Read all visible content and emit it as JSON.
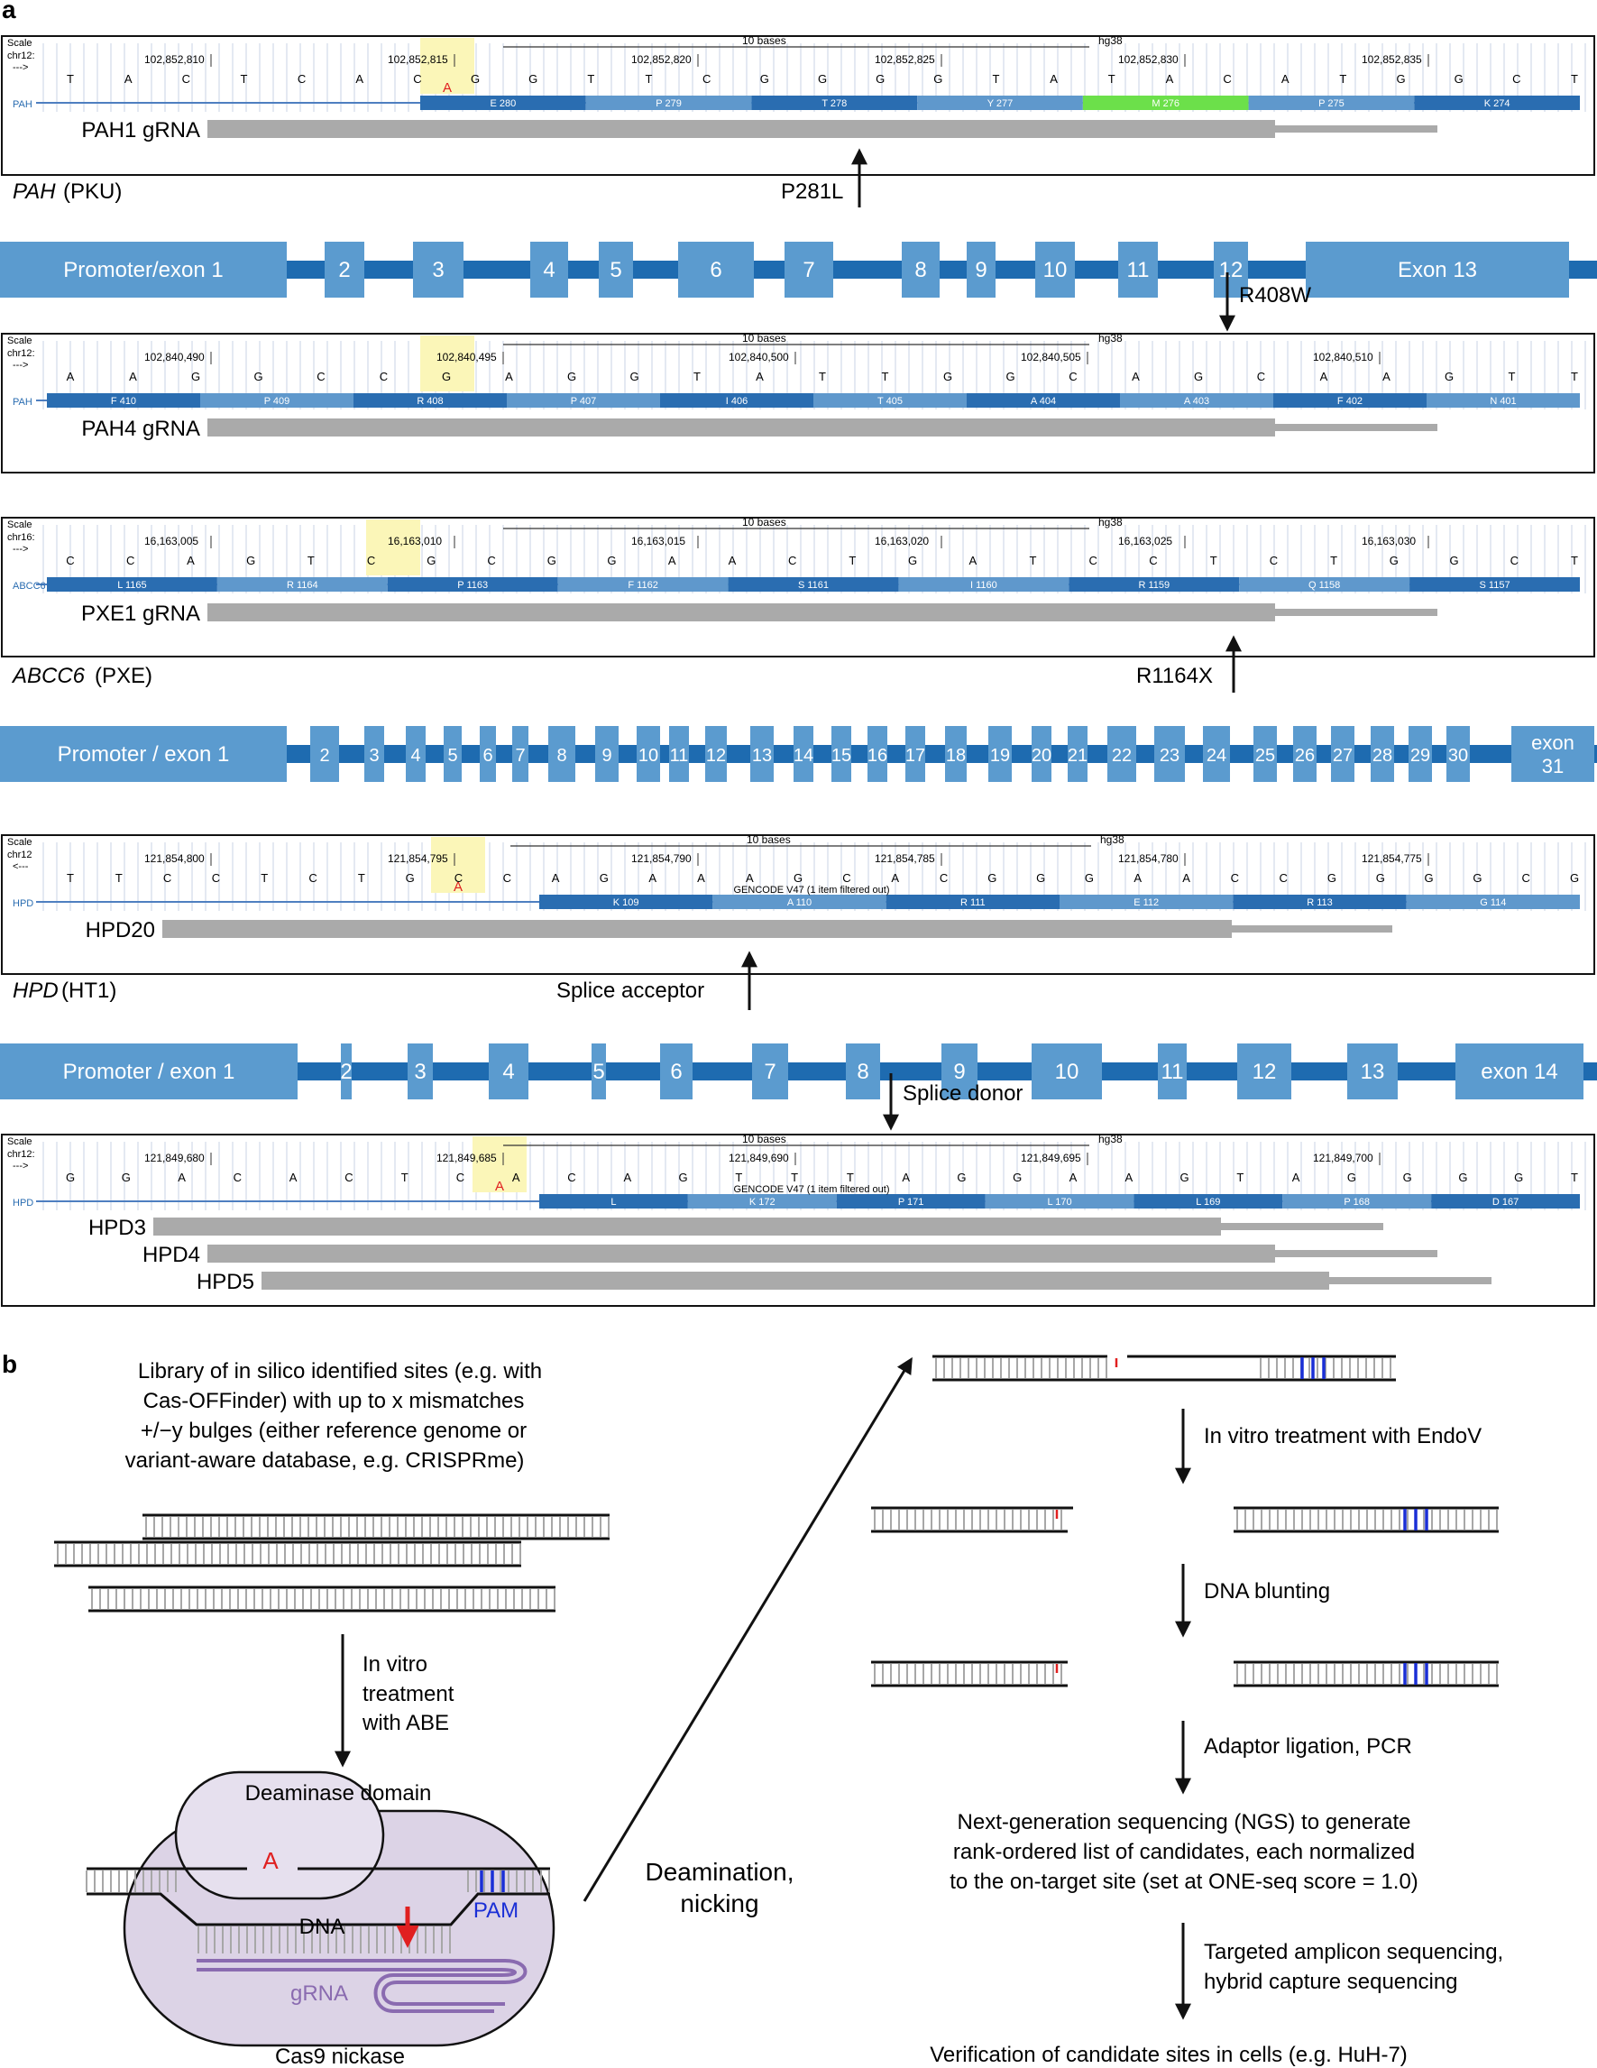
{
  "panel_a": {
    "label": "a",
    "genes": [
      {
        "name": "PAH",
        "disease": "(PKU)",
        "exons": [
          "Promoter/exon 1",
          "2",
          "3",
          "4",
          "5",
          "6",
          "7",
          "8",
          "9",
          "10",
          "11",
          "12",
          "Exon 13"
        ],
        "variants": [
          "P281L",
          "R408W"
        ]
      },
      {
        "name": "ABCC6",
        "disease": "(PXE)",
        "exons": [
          "Promoter / exon 1",
          "2",
          "3",
          "4",
          "5",
          "6",
          "7",
          "8",
          "9",
          "10",
          "11",
          "12",
          "13",
          "14",
          "15",
          "16",
          "17",
          "18",
          "19",
          "20",
          "21",
          "22",
          "23",
          "24",
          "25",
          "26",
          "27",
          "28",
          "29",
          "30",
          "exon 31"
        ],
        "variants": [
          "R1164X"
        ]
      },
      {
        "name": "HPD",
        "disease": "(HT1)",
        "exons": [
          "Promoter / exon 1",
          "2",
          "3",
          "4",
          "5",
          "6",
          "7",
          "8",
          "9",
          "10",
          "11",
          "12",
          "13",
          "exon 14"
        ],
        "variants": [
          "Splice acceptor",
          "Splice donor"
        ]
      }
    ],
    "browsers": [
      {
        "id": "pah1",
        "chrom": "chr12:",
        "scale_label": "Scale",
        "arrow": "--->",
        "scale_text": "10 bases",
        "assembly": "hg38",
        "coords": [
          "102,852,810",
          "102,852,815",
          "102,852,820",
          "102,852,825",
          "102,852,830",
          "102,852,835"
        ],
        "bases": [
          "T",
          "A",
          "C",
          "T",
          "C",
          "A",
          "C",
          "G",
          "G",
          "T",
          "T",
          "C",
          "G",
          "G",
          "G",
          "G",
          "T",
          "A",
          "T",
          "A",
          "C",
          "A",
          "T",
          "G",
          "G",
          "C",
          "T"
        ],
        "edit_base": "A",
        "gene_label": "PAH",
        "codons": [
          "E 280",
          "P 279",
          "T 278",
          "Y 277",
          "M 276",
          "P 275",
          "K 274"
        ],
        "highlight_codon": "M 276",
        "guides": [
          "PAH1 gRNA"
        ]
      },
      {
        "id": "pah4",
        "chrom": "chr12:",
        "scale_label": "Scale",
        "arrow": "--->",
        "scale_text": "10 bases",
        "assembly": "hg38",
        "coords": [
          "102,840,490",
          "102,840,495",
          "102,840,500",
          "102,840,505",
          "102,840,510"
        ],
        "bases": [
          "A",
          "A",
          "G",
          "G",
          "C",
          "C",
          "G",
          "A",
          "G",
          "G",
          "T",
          "A",
          "T",
          "T",
          "G",
          "G",
          "C",
          "A",
          "G",
          "C",
          "A",
          "A",
          "G",
          "T",
          "T"
        ],
        "edit_base": "",
        "gene_label": "PAH",
        "codons": [
          "F 410",
          "P 409",
          "R 408",
          "P 407",
          "I 406",
          "T 405",
          "A 404",
          "A 403",
          "F 402",
          "N 401"
        ],
        "highlight_codon": "",
        "guides": [
          "PAH4 gRNA"
        ]
      },
      {
        "id": "pxe1",
        "chrom": "chr16:",
        "scale_label": "Scale",
        "arrow": "--->",
        "scale_text": "10 bases",
        "assembly": "hg38",
        "coords": [
          "16,163,005",
          "16,163,010",
          "16,163,015",
          "16,163,020",
          "16,163,025",
          "16,163,030"
        ],
        "bases": [
          "C",
          "C",
          "A",
          "G",
          "T",
          "C",
          "G",
          "C",
          "G",
          "G",
          "A",
          "A",
          "C",
          "T",
          "G",
          "A",
          "T",
          "C",
          "C",
          "T",
          "C",
          "T",
          "G",
          "G",
          "C",
          "T"
        ],
        "edit_base": "",
        "gene_label": "ABCC6",
        "codons": [
          "L 1165",
          "R 1164",
          "P 1163",
          "F 1162",
          "S 1161",
          "I 1160",
          "R 1159",
          "Q 1158",
          "S 1157"
        ],
        "highlight_codon": "",
        "guides": [
          "PXE1 gRNA"
        ]
      },
      {
        "id": "hpd20",
        "chrom": "chr12",
        "scale_label": "Scale",
        "arrow": "<---",
        "scale_text": "10 bases",
        "assembly": "hg38",
        "coords": [
          "121,854,800",
          "121,854,795",
          "121,854,790",
          "121,854,785",
          "121,854,780",
          "121,854,775"
        ],
        "bases": [
          "T",
          "T",
          "C",
          "C",
          "T",
          "C",
          "T",
          "G",
          "C",
          "C",
          "A",
          "G",
          "A",
          "A",
          "A",
          "G",
          "C",
          "A",
          "C",
          "G",
          "G",
          "G",
          "A",
          "A",
          "C",
          "C",
          "G",
          "G",
          "G",
          "G",
          "C",
          "G"
        ],
        "edit_base": "A",
        "gene_label": "HPD",
        "codons": [
          "K 109",
          "A 110",
          "R 111",
          "E 112",
          "R 113",
          "G 114"
        ],
        "highlight_codon": "",
        "gencode": "GENCODE V47 (1 item filtered out)",
        "guides": [
          "HPD20"
        ]
      },
      {
        "id": "hpd345",
        "chrom": "chr12:",
        "scale_label": "Scale",
        "arrow": "--->",
        "scale_text": "10 bases",
        "assembly": "hg38",
        "coords": [
          "121,849,680",
          "121,849,685",
          "121,849,690",
          "121,849,695",
          "121,849,700"
        ],
        "bases": [
          "G",
          "G",
          "A",
          "C",
          "A",
          "C",
          "T",
          "C",
          "A",
          "C",
          "A",
          "G",
          "T",
          "T",
          "T",
          "A",
          "G",
          "G",
          "A",
          "A",
          "G",
          "T",
          "A",
          "G",
          "G",
          "G",
          "G",
          "T"
        ],
        "edit_base": "A",
        "gene_label": "HPD",
        "codons": [
          "L",
          "K 172",
          "P 171",
          "L 170",
          "L 169",
          "P 168",
          "D 167"
        ],
        "highlight_codon": "",
        "gencode": "GENCODE V47 (1 item filtered out)",
        "guides": [
          "HPD3",
          "HPD4",
          "HPD5"
        ]
      }
    ]
  },
  "panel_b": {
    "label": "b",
    "library_text": [
      "Library of in silico identified sites (e.g. with",
      "Cas-OFFinder) with up to x mismatches",
      "+/−y bulges (either reference genome or",
      "variant-aware database, e.g. CRISPRme)"
    ],
    "abe_step": [
      "In vitro",
      "treatment",
      "with ABE"
    ],
    "deaminase_label": "Deaminase domain",
    "a_label": "A",
    "dna_label": "DNA",
    "pam_label": "PAM",
    "grna_label": "gRNA",
    "cas9_label": "Cas9 nickase",
    "deam_label": [
      "Deamination,",
      "nicking"
    ],
    "steps": [
      "In vitro treatment with EndoV",
      "DNA blunting",
      "Adaptor ligation, PCR"
    ],
    "ngs_text": [
      "Next-generation sequencing (NGS) to generate",
      "rank-ordered list of candidates, each normalized",
      "to the on-target site (set at ONE-seq score = 1.0)"
    ],
    "amplicon_text": [
      "Targeted amplicon sequencing,",
      "hybrid capture sequencing"
    ],
    "verify_text": "Verification of candidate sites in cells (e.g. HuH-7)"
  },
  "colors": {
    "exon": "#5b9bcf",
    "intron": "#1e6bb0",
    "codon_dark": "#2a6db1",
    "codon_light": "#5f98cc",
    "highlight_codon": "#6ce04a",
    "highlight_base": "#fbf6b8",
    "grna_bar": "#aaaaaa",
    "edit_red": "#e02020",
    "pam_blue": "#1a2fd6",
    "cas9_fill": "#dcd3e6",
    "grna_purple": "#8a6bb0"
  }
}
